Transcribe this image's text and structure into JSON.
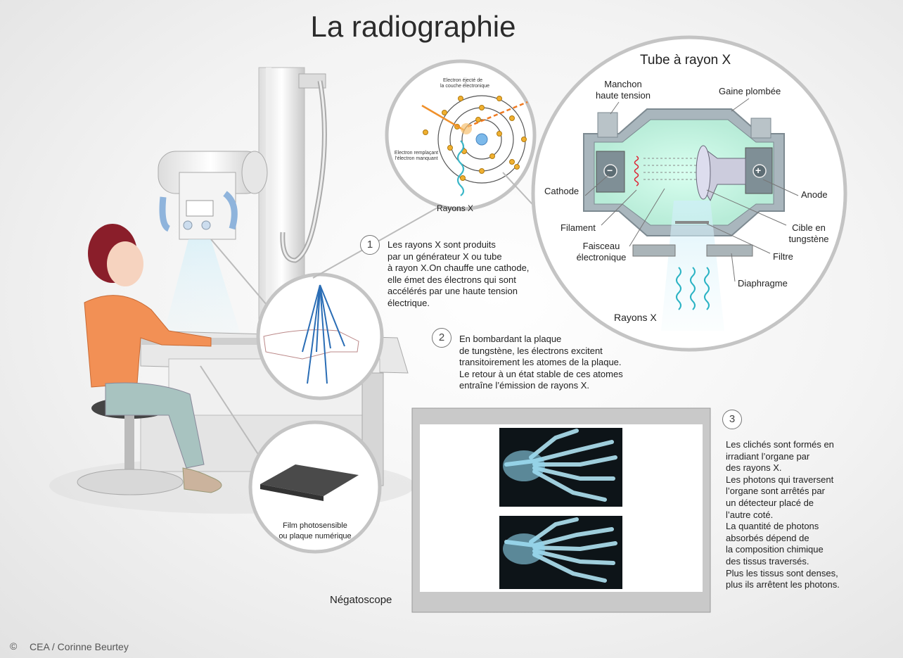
{
  "title": "La radiographie",
  "steps": [
    {
      "number": "1",
      "lines": [
        "Les rayons X sont produits",
        "par un générateur X ou tube",
        "à rayon X.On chauffe une cathode,",
        "elle émet des électrons qui sont",
        "accélérés par une haute tension",
        "électrique."
      ]
    },
    {
      "number": "2",
      "lines": [
        "En bombardant la plaque",
        "de tungstène, les électrons excitent",
        "transitoirement les atomes de la plaque.",
        "Le retour à un état stable de ces atomes",
        "entraîne l’émission de rayons X."
      ]
    },
    {
      "number": "3",
      "lines": [
        "Les clichés sont formés en",
        "irradiant l’organe par",
        "des rayons X.",
        "Les photons qui traversent",
        "l’organe sont arrêtés par",
        "un détecteur placé de",
        "l’autre coté.",
        "La quantité de photons",
        "absorbés dépend de",
        "la composition chimique",
        "des tissus traversés.",
        "Plus les tissus sont denses,",
        "plus ils arrêtent les photons."
      ]
    }
  ],
  "tube": {
    "heading": "Tube à rayon X",
    "manchon": [
      "Manchon",
      "haute tension"
    ],
    "gaine": "Gaine plombée",
    "cathode": "Cathode",
    "anode": "Anode",
    "filament": "Filament",
    "cible": [
      "Cible en",
      "tungstène"
    ],
    "faisceau": [
      "Faisceau",
      "électronique"
    ],
    "filtre": "Filtre",
    "diaphragme": "Diaphragme",
    "rayons": "Rayons X",
    "minus": "−",
    "plus": "+"
  },
  "atom": {
    "ejected": [
      "Electron éjecté de",
      "la couche électronique"
    ],
    "replacing": [
      "Electron remplaçant",
      "l’électron manquant"
    ],
    "rayons": "Rayons X"
  },
  "film": [
    "Film photosensible",
    "ou plaque numérique"
  ],
  "negatoscope": "Négatoscope",
  "credit": {
    "symbol": "©",
    "text": "CEA / Corinne Beurtey"
  }
}
